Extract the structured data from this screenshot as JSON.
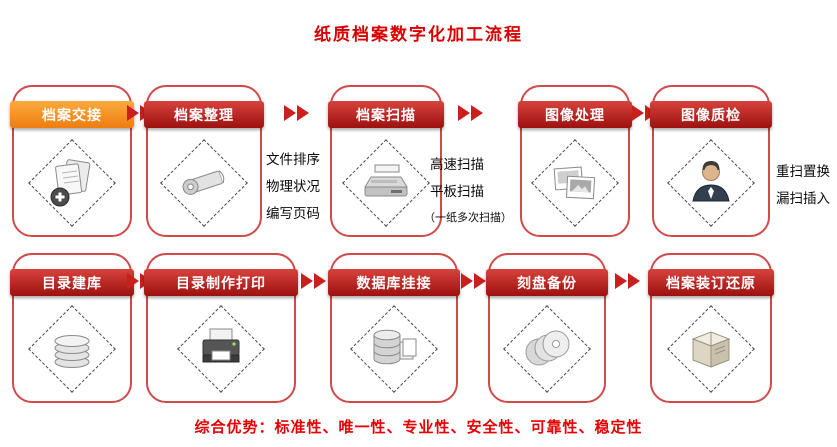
{
  "title": "纸质档案数字化加工流程",
  "colors": {
    "title_red": "#d90000",
    "header_red": "#9c110f",
    "header_orange": "#ee7d10",
    "card_border_red": "#d2494a",
    "arrow_red": "#c9201d",
    "footer_red": "#e60000"
  },
  "flow": {
    "row1": {
      "steps": [
        {
          "title": "档案交接",
          "icon": "documents-plus-icon",
          "notes": []
        },
        {
          "title": "档案整理",
          "icon": "scroll-icon",
          "notes": [
            "文件排序",
            "物理状况",
            "编写页码"
          ]
        },
        {
          "title": "档案扫描",
          "icon": "scanner-icon",
          "notes": [
            "高速扫描",
            "平板扫描",
            "（一纸多次扫描）"
          ]
        },
        {
          "title": "图像处理",
          "icon": "photos-icon",
          "notes": []
        },
        {
          "title": "图像质检",
          "icon": "inspector-icon",
          "notes": [
            "重扫置换",
            "漏扫插入"
          ]
        }
      ]
    },
    "row2": {
      "steps": [
        {
          "title": "目录建库",
          "icon": "database-icon"
        },
        {
          "title": "目录制作打印",
          "icon": "printer-icon"
        },
        {
          "title": "数据库挂接",
          "icon": "database-link-icon"
        },
        {
          "title": "刻盘备份",
          "icon": "discs-icon"
        },
        {
          "title": "档案装订还原",
          "icon": "carton-box-icon"
        }
      ]
    }
  },
  "footer": {
    "label": "综合优势：",
    "items": "标准性、唯一性、专业性、安全性、可靠性、稳定性"
  }
}
